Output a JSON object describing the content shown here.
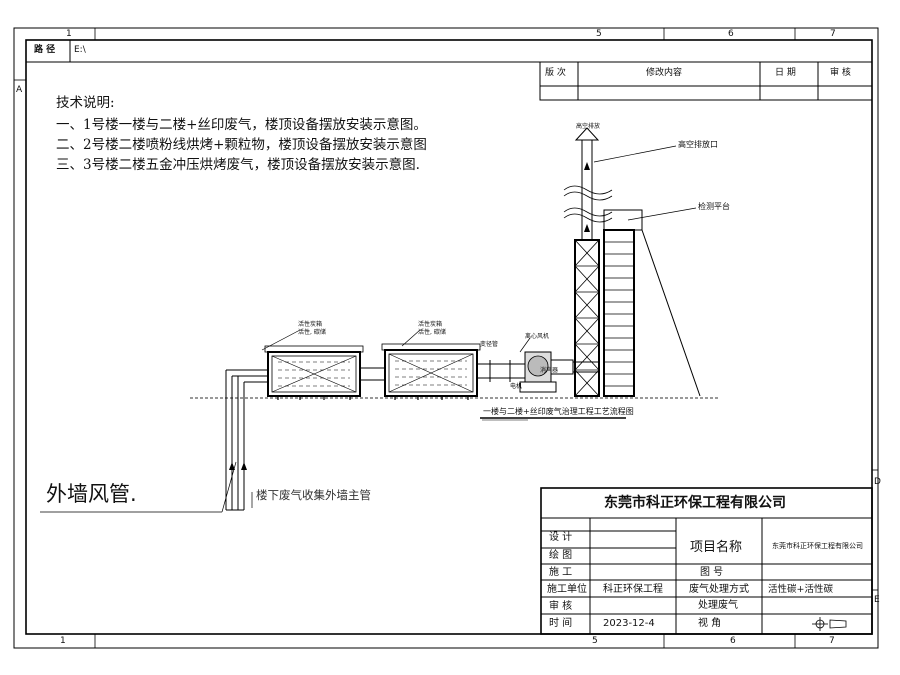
{
  "frame": {
    "top_numbers": [
      "1",
      "5",
      "6",
      "7"
    ],
    "bottom_numbers": [
      "1",
      "5",
      "6",
      "7"
    ],
    "left_letters": [
      "A"
    ],
    "right_letters": [
      "D",
      "E"
    ]
  },
  "path_bar": {
    "label": "路 径",
    "value": "E:\\"
  },
  "revision_table": {
    "headers": [
      "版 次",
      "修改内容",
      "日 期",
      "审 核"
    ]
  },
  "notes": {
    "heading": "技术说明:",
    "lines": [
      "一、1号楼一楼与二楼+丝印废气，楼顶设备摆放安装示意图。",
      "二、2号楼二楼喷粉线烘烤+颗粒物，楼顶设备摆放安装示意图",
      "三、3号楼二楼五金冲压烘烤废气，楼顶设备摆放安装示意图."
    ]
  },
  "diagram": {
    "stack_top_label": "高空排放",
    "exhaust_outlet_label": "高空排放口",
    "platform_label": "检测平台",
    "caption": "一楼与二楼+丝印废气治理工程工艺流程图",
    "outer_duct_label": "外墙风管.",
    "main_duct_label": "楼下废气收集外墙主管",
    "box1_label": "活性炭箱",
    "box2_label": "活性炭箱",
    "box1_sub": "活性, 碳储",
    "box2_sub": "活性, 碳储",
    "fan_label": "离心风机",
    "pipe_label": "变径管",
    "silencer_label": "消声器",
    "motor_label": "电机"
  },
  "title_block": {
    "company": "东莞市科正环保工程有限公司",
    "project_name_label": "项目名称",
    "project_name_value": "东莞市科正环保工程有限公司",
    "rows": [
      {
        "label": "设 计",
        "value": ""
      },
      {
        "label": "绘 图",
        "value": ""
      },
      {
        "label": "施 工",
        "value": ""
      },
      {
        "label": "施工单位",
        "value": "科正环保工程"
      },
      {
        "label": "审 核",
        "value": ""
      },
      {
        "label": "时 间",
        "value": "2023-12-4"
      }
    ],
    "drawing_no_label": "图 号",
    "method_label": "废气处理方式",
    "method_value": "活性碳+活性碳",
    "waste_label": "处理废气",
    "view_label": "视 角"
  }
}
